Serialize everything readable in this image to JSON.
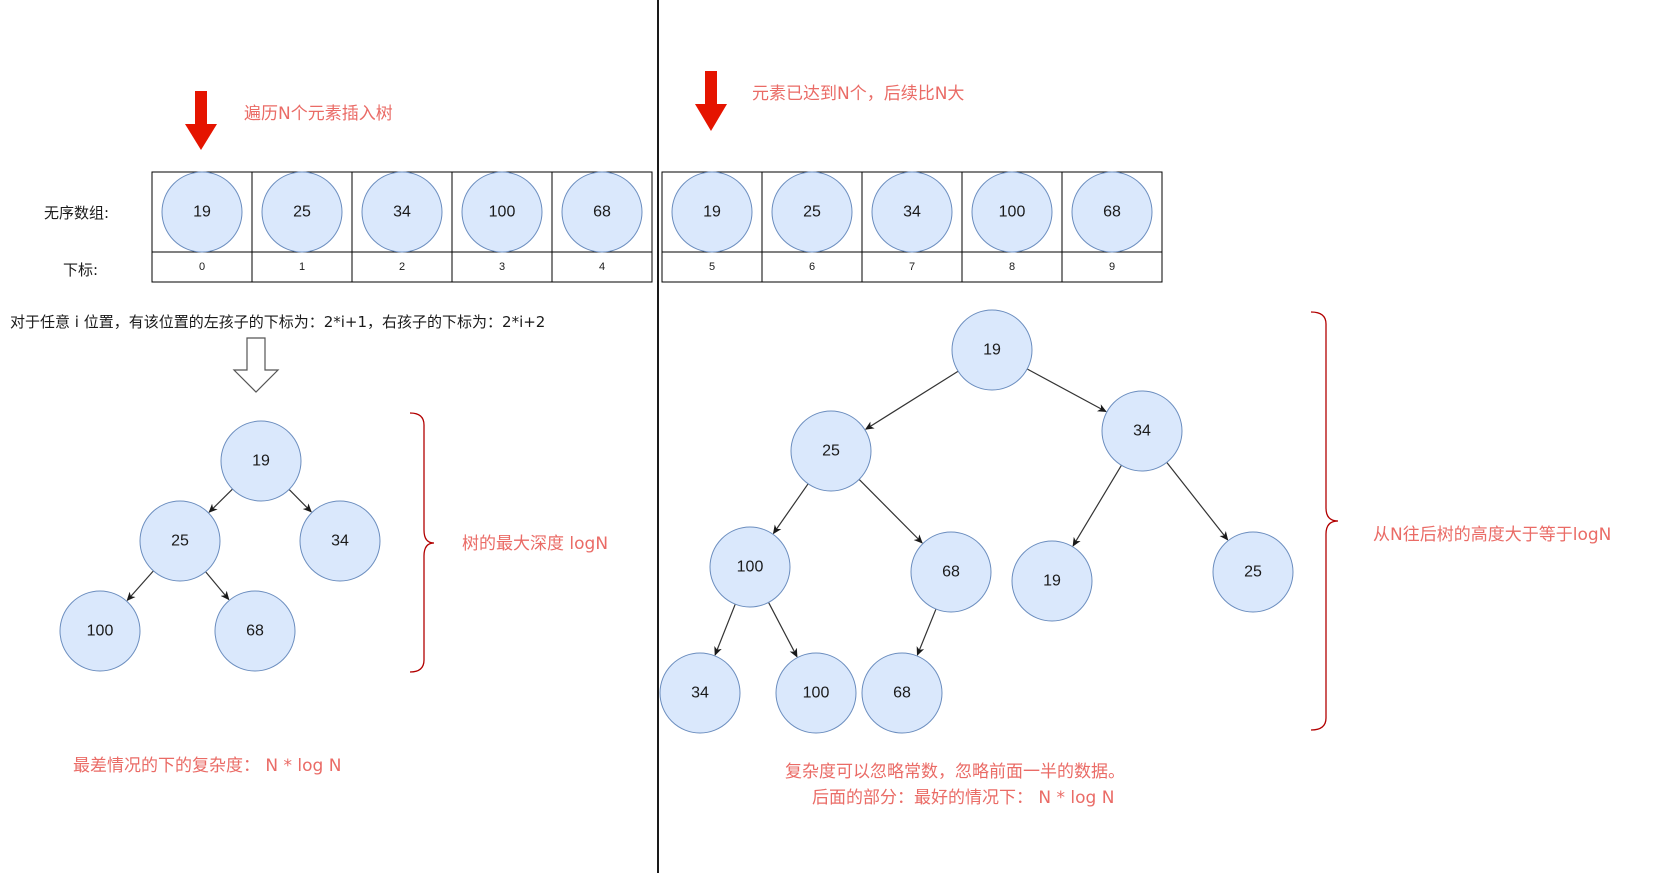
{
  "colors": {
    "node_fill": "#dae8fc",
    "node_stroke": "#6c8ebf",
    "annotation_red": "#ea6b66",
    "arrow_red": "#e51400",
    "brace_red": "#b20000"
  },
  "left": {
    "arrow_caption": "遍历N个元素插入树",
    "row_label_array": "无序数组:",
    "row_label_index": "下标:",
    "cells": [
      {
        "value": "19",
        "index": "0"
      },
      {
        "value": "25",
        "index": "1"
      },
      {
        "value": "34",
        "index": "2"
      },
      {
        "value": "100",
        "index": "3"
      },
      {
        "value": "68",
        "index": "4"
      }
    ],
    "rule_text": "对于任意 i 位置，有该位置的左孩子的下标为：2*i+1，右孩子的下标为：2*i+2",
    "tree_nodes": [
      {
        "id": "a",
        "value": "19"
      },
      {
        "id": "b",
        "value": "25"
      },
      {
        "id": "c",
        "value": "34"
      },
      {
        "id": "d",
        "value": "100"
      },
      {
        "id": "e",
        "value": "68"
      }
    ],
    "tree_edges": [
      [
        "a",
        "b"
      ],
      [
        "a",
        "c"
      ],
      [
        "b",
        "d"
      ],
      [
        "b",
        "e"
      ]
    ],
    "brace_caption": "树的最大深度 logN",
    "complexity_caption": "最差情况的下的复杂度：  N * log N"
  },
  "right": {
    "arrow_caption": "元素已达到N个，后续比N大",
    "cells": [
      {
        "value": "19",
        "index": "5"
      },
      {
        "value": "25",
        "index": "6"
      },
      {
        "value": "34",
        "index": "7"
      },
      {
        "value": "100",
        "index": "8"
      },
      {
        "value": "68",
        "index": "9"
      }
    ],
    "tree_nodes": [
      {
        "id": "r0",
        "value": "19"
      },
      {
        "id": "r1",
        "value": "25"
      },
      {
        "id": "r2",
        "value": "34"
      },
      {
        "id": "r3",
        "value": "100"
      },
      {
        "id": "r4",
        "value": "68"
      },
      {
        "id": "r5",
        "value": "19"
      },
      {
        "id": "r6",
        "value": "25"
      },
      {
        "id": "r7",
        "value": "34"
      },
      {
        "id": "r8",
        "value": "100"
      },
      {
        "id": "r9",
        "value": "68"
      }
    ],
    "tree_edges": [
      [
        "r0",
        "r1"
      ],
      [
        "r0",
        "r2"
      ],
      [
        "r1",
        "r3"
      ],
      [
        "r1",
        "r4"
      ],
      [
        "r2",
        "r5"
      ],
      [
        "r2",
        "r6"
      ],
      [
        "r3",
        "r7"
      ],
      [
        "r3",
        "r8"
      ],
      [
        "r4",
        "r9"
      ]
    ],
    "brace_caption": "从N往后树的高度大于等于logN",
    "complexity_line1": "复杂度可以忽略常数，忽略前面一半的数据。",
    "complexity_line2": "后面的部分：最好的情况下：  N * log N"
  }
}
